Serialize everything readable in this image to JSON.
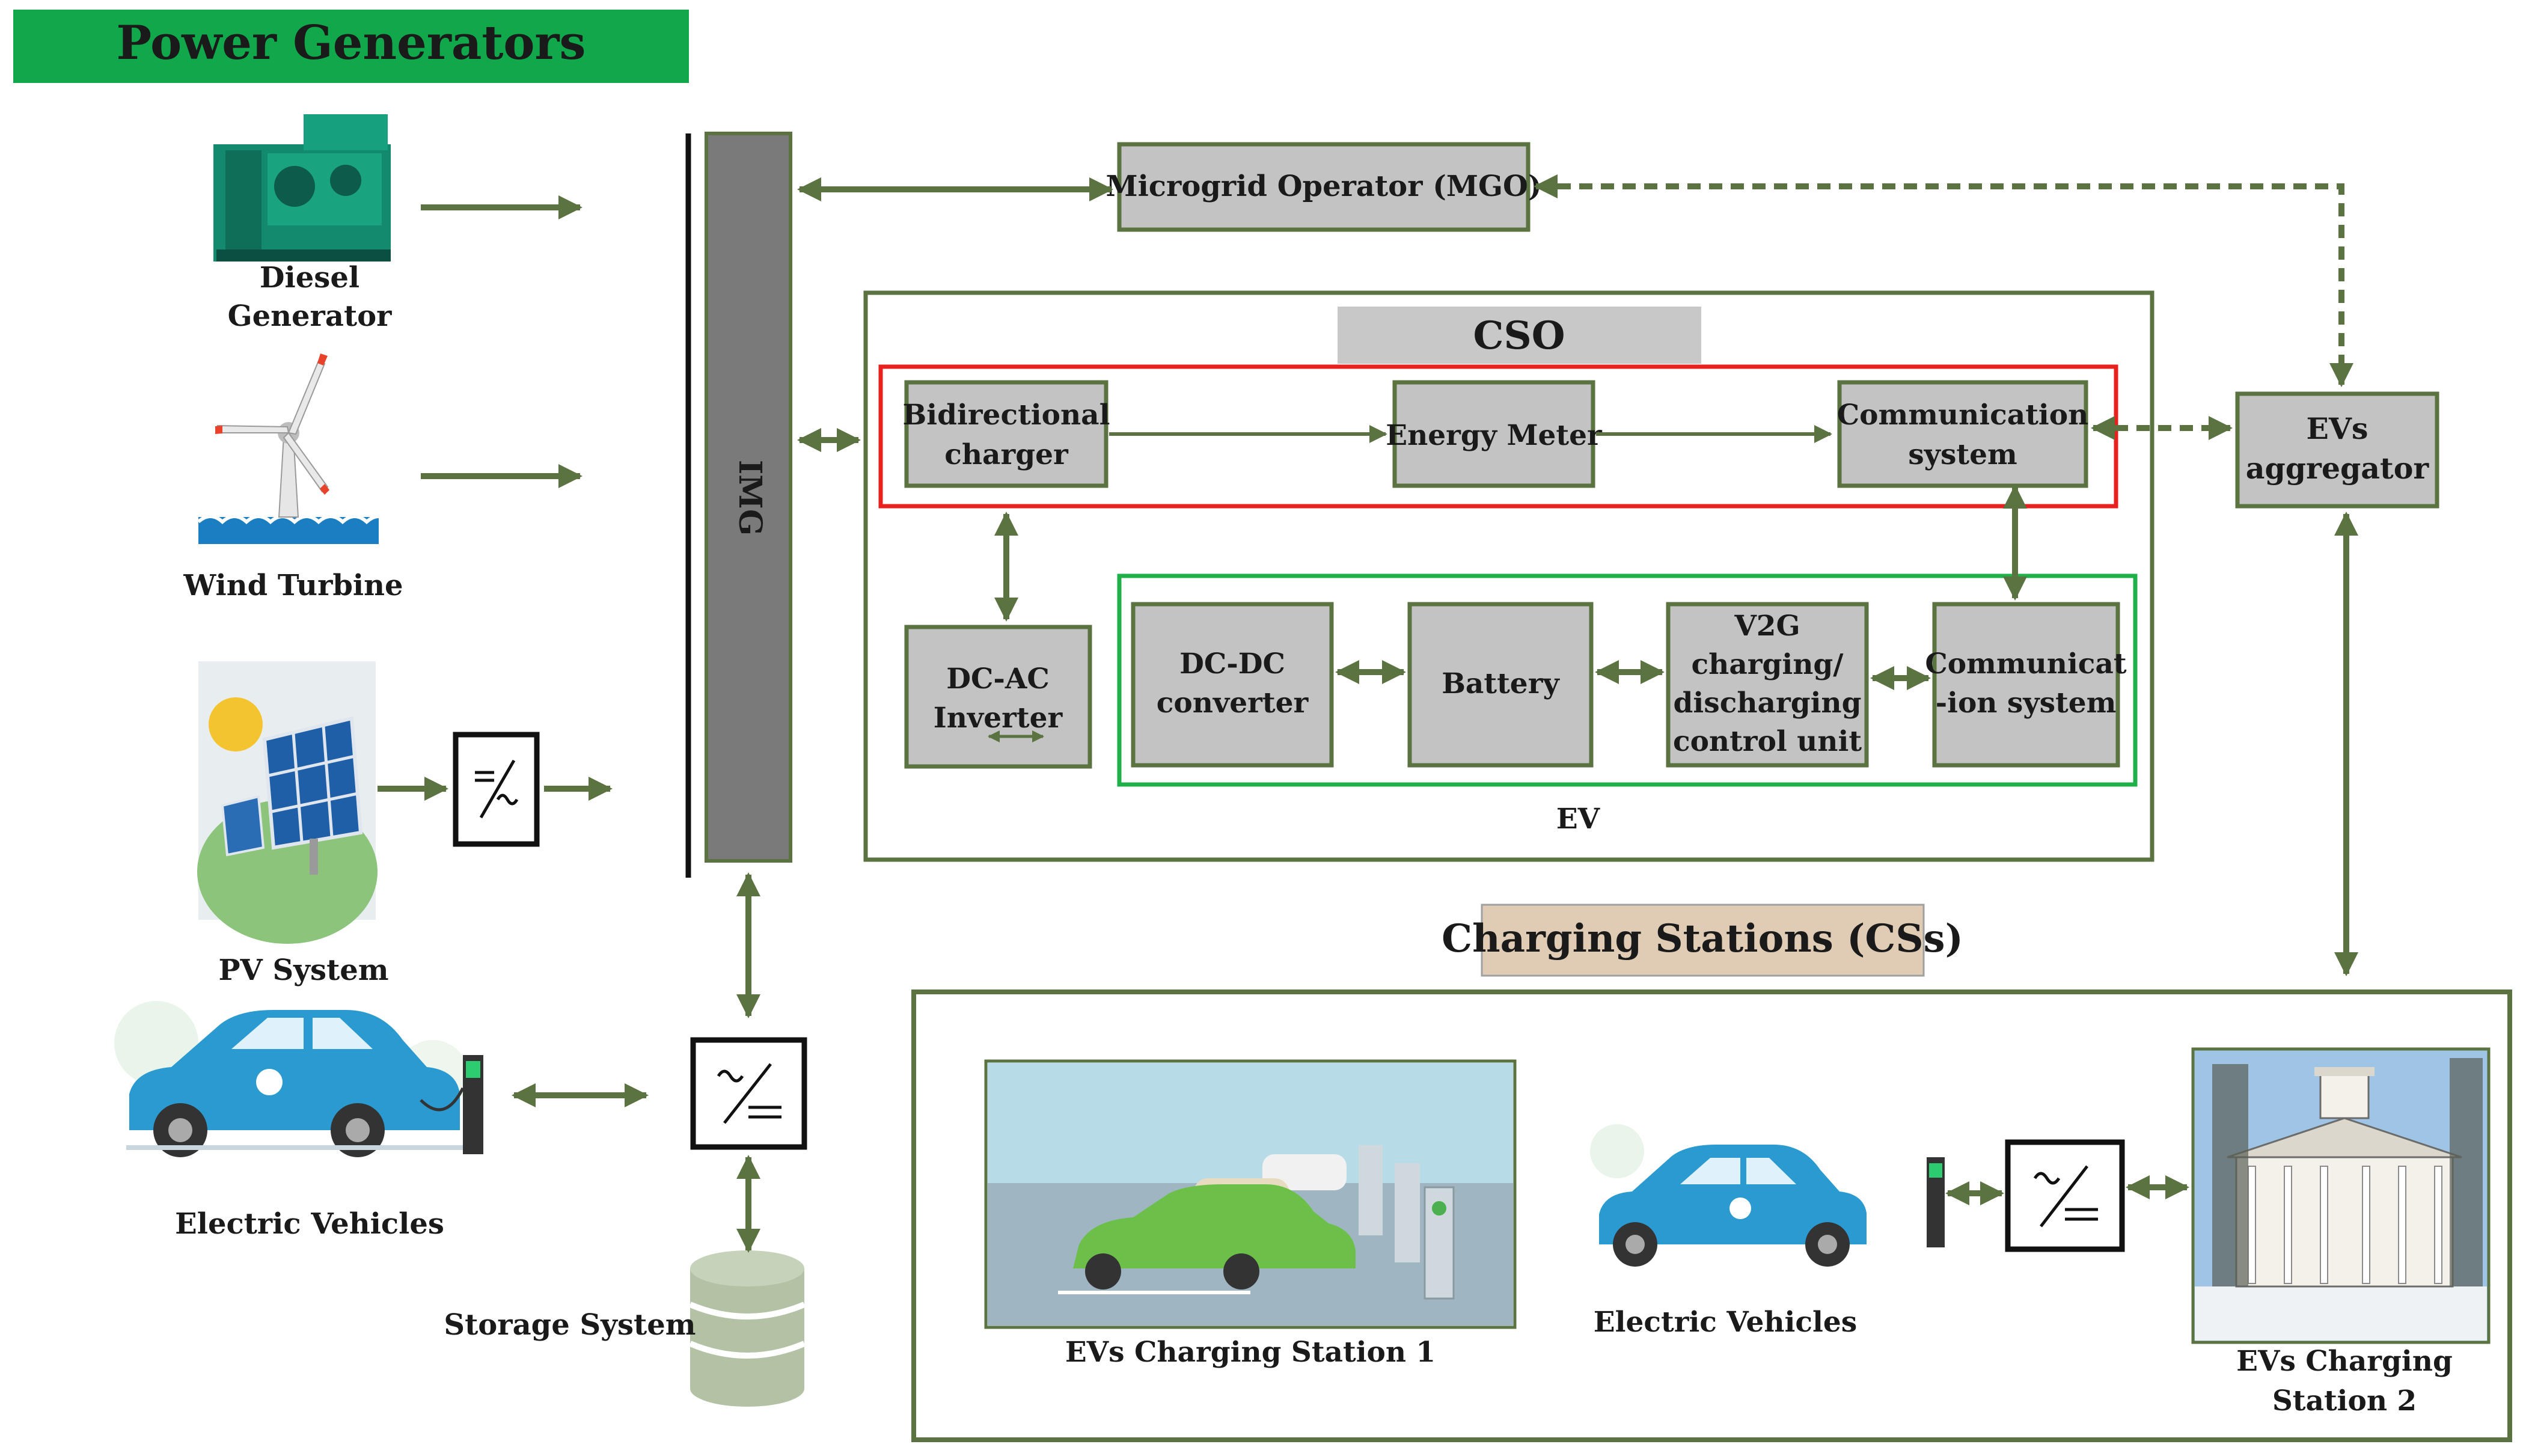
{
  "header": {
    "title": "Power Generators",
    "title_bg": "#10a84a"
  },
  "generators": {
    "diesel": {
      "line1": "Diesel",
      "line2": "Generator"
    },
    "wind": "Wind Turbine",
    "pv": "PV System",
    "ev": "Electric Vehicles",
    "storage": "Storage System"
  },
  "img_bus": "IMG",
  "mgo": "Microgrid Operator (MGO)",
  "cso": {
    "title": "CSO",
    "bidirectional": {
      "line1": "Bidirectional",
      "line2": "charger"
    },
    "energy_meter": "Energy Meter",
    "comm": {
      "line1": "Communication",
      "line2": "system"
    },
    "inverter": {
      "line1": "DC-AC",
      "line2": "Inverter"
    }
  },
  "ev_unit": {
    "label": "EV",
    "dcdc": {
      "line1": "DC-DC",
      "line2": "converter"
    },
    "battery": "Battery",
    "v2g": {
      "line1": "V2G",
      "line2": "charging/",
      "line3": "discharging",
      "line4": "control unit"
    },
    "comm": {
      "line1": "Communicat",
      "line2": "-ion system"
    }
  },
  "aggregator": {
    "line1": "EVs",
    "line2": "aggregator"
  },
  "charging_stations": {
    "title": "Charging Stations (CSs)",
    "station1": "EVs Charging Station 1",
    "ev": "Electric Vehicles",
    "station2": {
      "line1": "EVs Charging",
      "line2": "Station 2"
    }
  },
  "colors": {
    "arrow": "#5a7340",
    "box_fill": "#c3c3c3",
    "box_border": "#5a7340",
    "cso_highlight": "#e8201e",
    "ev_highlight": "#20b04a",
    "img_bus_fill": "#7a7a7a",
    "cso_title_bg": "#c8c8c8",
    "cs_title_bg": "#e0ccb5"
  }
}
